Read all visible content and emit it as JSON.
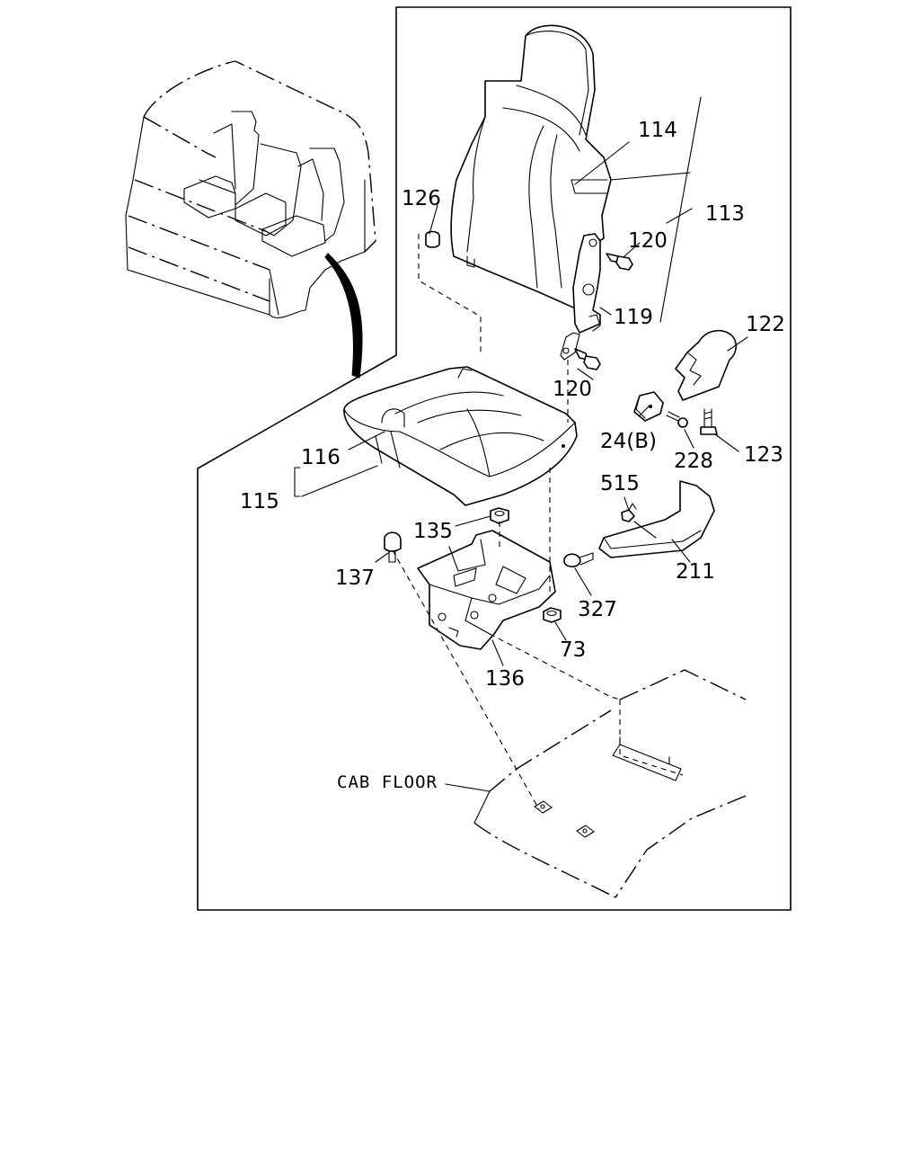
{
  "labels": {
    "l114": "114",
    "l113": "113",
    "l126": "126",
    "l120a": "120",
    "l119": "119",
    "l120b": "120",
    "l122": "122",
    "l24b": "24(B)",
    "l228": "228",
    "l123": "123",
    "l116": "116",
    "l115": "115",
    "l515": "515",
    "l211": "211",
    "l135": "135",
    "l137": "137",
    "l327": "327",
    "l73": "73",
    "l136": "136",
    "cab_floor": "CAB FLOOR"
  }
}
